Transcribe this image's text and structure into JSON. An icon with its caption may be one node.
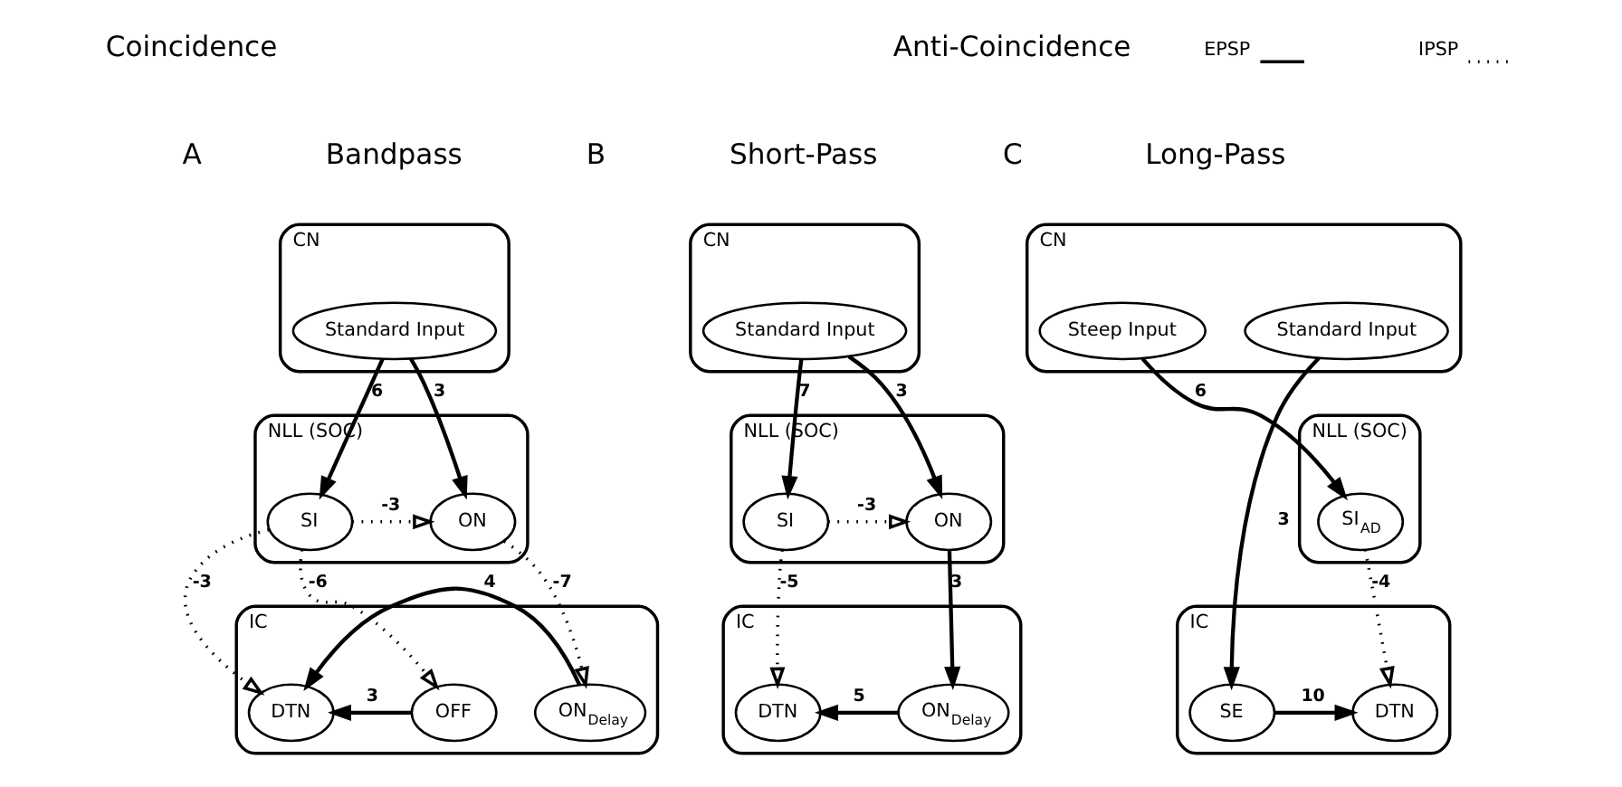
{
  "diagram": {
    "nodes": [
      {
        "text": [
          "CN"
        ]
      },
      {
        "text": [
          "Standard Input"
        ],
        "in": 0
      },
      {
        "text": [
          "NLL (SOC)"
        ]
      },
      {
        "text": [
          "SI"
        ],
        "in": 2
      },
      {
        "text": [
          "ON"
        ],
        "in": 2
      },
      {
        "text": [
          "IC"
        ]
      },
      {
        "text": [
          "OFF"
        ],
        "in": 5
      },
      {
        "text": [
          "ON$_{Delay}$"
        ],
        "in": 5
      },
      {
        "text": [
          "DTN"
        ],
        "in": 5
      },
      {
        "text": [
          "CN"
        ]
      },
      {
        "text": [
          "Standard Input"
        ],
        "in": 9
      },
      {
        "text": [
          "NLL (SOC)"
        ]
      },
      {
        "text": [
          "SI"
        ],
        "in": 11
      },
      {
        "text": [
          "ON"
        ],
        "in": 11
      },
      {
        "text": [
          "IC"
        ]
      },
      {
        "text": [
          "ON$_{Delay}$"
        ],
        "in": 14
      },
      {
        "text": [
          "DTN"
        ],
        "in": 14
      },
      {
        "text": [
          "CN"
        ]
      },
      {
        "text": [
          "Steep Input"
        ],
        "in": 17
      },
      {
        "text": [
          "Standard Input"
        ],
        "in": 17
      },
      {
        "text": [
          "NLL (SOC)"
        ]
      },
      {
        "text": [
          "SI$_{AD}$"
        ],
        "in": 20
      },
      {
        "text": [
          "IC"
        ]
      },
      {
        "text": [
          "SE"
        ],
        "in": 22
      },
      {
        "text": [
          "DTN"
        ],
        "in": 22
      }
    ],
    "edges": [
      {
        "from": 1,
        "to": 3,
        "arrow": "to",
        "label": "6"
      },
      {
        "from": 1,
        "to": 4,
        "arrow": "to",
        "label": "3"
      },
      {
        "from": 3,
        "to": 4,
        "arrow": "to",
        "label": "-3",
        "style": "dashed"
      },
      {
        "from": 3,
        "to": 6,
        "arrow": "to",
        "label": "-6",
        "style": "dashed"
      },
      {
        "from": 3,
        "to": 8,
        "arrow": "to",
        "label": "-3",
        "style": "dashed"
      },
      {
        "from": 4,
        "to": 7,
        "arrow": "to",
        "label": "-7",
        "style": "dashed"
      },
      {
        "from": 6,
        "to": 8,
        "arrow": "to",
        "label": "3"
      },
      {
        "from": 7,
        "to": 8,
        "arrow": "to",
        "label": "4"
      },
      {
        "from": 10,
        "to": 12,
        "arrow": "to",
        "label": "7"
      },
      {
        "from": 10,
        "to": 13,
        "arrow": "to",
        "label": "3"
      },
      {
        "from": 12,
        "to": 13,
        "arrow": "to",
        "label": "-3",
        "style": "dashed"
      },
      {
        "from": 12,
        "to": 16,
        "arrow": "to",
        "label": "-5",
        "style": "dashed"
      },
      {
        "from": 13,
        "to": 15,
        "arrow": "to",
        "label": "3"
      },
      {
        "from": 15,
        "to": 16,
        "arrow": "to",
        "label": "5"
      },
      {
        "from": 18,
        "to": 21,
        "arrow": "to",
        "label": "6"
      },
      {
        "from": 19,
        "to": 23,
        "arrow": "to",
        "label": "3"
      },
      {
        "from": 21,
        "to": 24,
        "arrow": "to",
        "label": "-4",
        "style": "dashed"
      },
      {
        "from": 23,
        "to": 24,
        "arrow": "to",
        "label": "10"
      }
    ],
    "labels": [
      "Coincidence",
      "Anti-Coincidence",
      "A",
      "Bandpass",
      "B",
      "Short-Pass",
      "C",
      "Long-Pass"
    ],
    "legend": [
      {
        "text": "EPSP"
      },
      {
        "text": "IPSP"
      }
    ]
  }
}
